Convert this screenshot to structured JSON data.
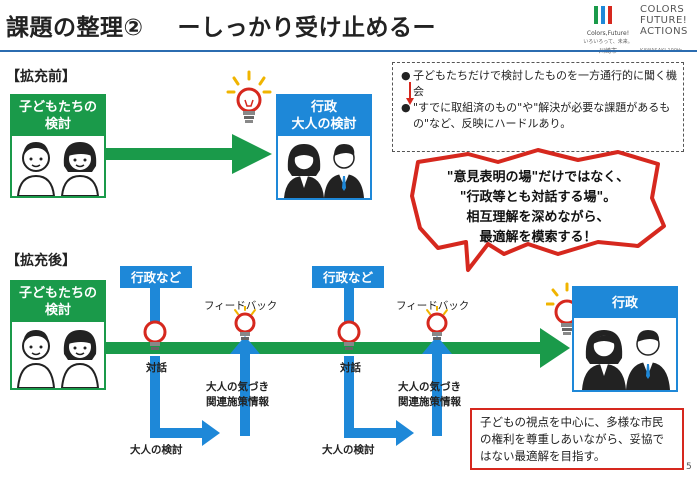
{
  "header": {
    "title_main": "課題の整理②",
    "title_sub": "ーしっかり受け止めるー"
  },
  "logo": {
    "tagline": "Colors,Future!",
    "tagline_sub": "いろいろって、未来。",
    "city": "川崎市",
    "words": [
      "COLORS",
      "FUTURE!",
      "ACTIONS"
    ],
    "footer": "KAWASAKI 100th",
    "bar_colors": [
      "#1a9a4a",
      "#1e88d8",
      "#d6281e"
    ]
  },
  "before": {
    "section_label": "【拡充前】",
    "children_box": "子どもたちの\n検討",
    "gov_box": "行政\n大人の検討",
    "notes": [
      "子どもたちだけで検討したものを一方通行的に聞く機会",
      "\"すでに取組済のもの\"や\"解決が必要な課題があるもの\"など、反映にハードルあり。"
    ]
  },
  "bubble": {
    "lines": [
      "\"意見表明の場\"だけではなく、",
      "\"行政等とも対話する場\"。",
      "相互理解を深めながら、",
      "最適解を模索する！"
    ]
  },
  "after": {
    "section_label": "【拡充後】",
    "children_box": "子どもたちの\n検討",
    "gov_tag_1": "行政など",
    "gov_tag_2": "行政など",
    "gov_box": "行政",
    "feedback_1": "フィードバック",
    "feedback_2": "フィードバック",
    "dialog_1": "対話",
    "dialog_2": "対話",
    "adult_review_1": "大人の検討",
    "adult_review_2": "大人の検討",
    "notice_1": "大人の気づき\n関連施策情報",
    "notice_2": "大人の気づき\n関連施策情報",
    "summary": "子どもの視点を中心に、多様な市民の権利を尊重しあいながら、妥協ではない最適解を目指す。"
  },
  "page_number": "5",
  "colors": {
    "green": "#1a9a4a",
    "blue": "#1e88d8",
    "red": "#d6281e",
    "bulb_glow": "#f0b400"
  }
}
